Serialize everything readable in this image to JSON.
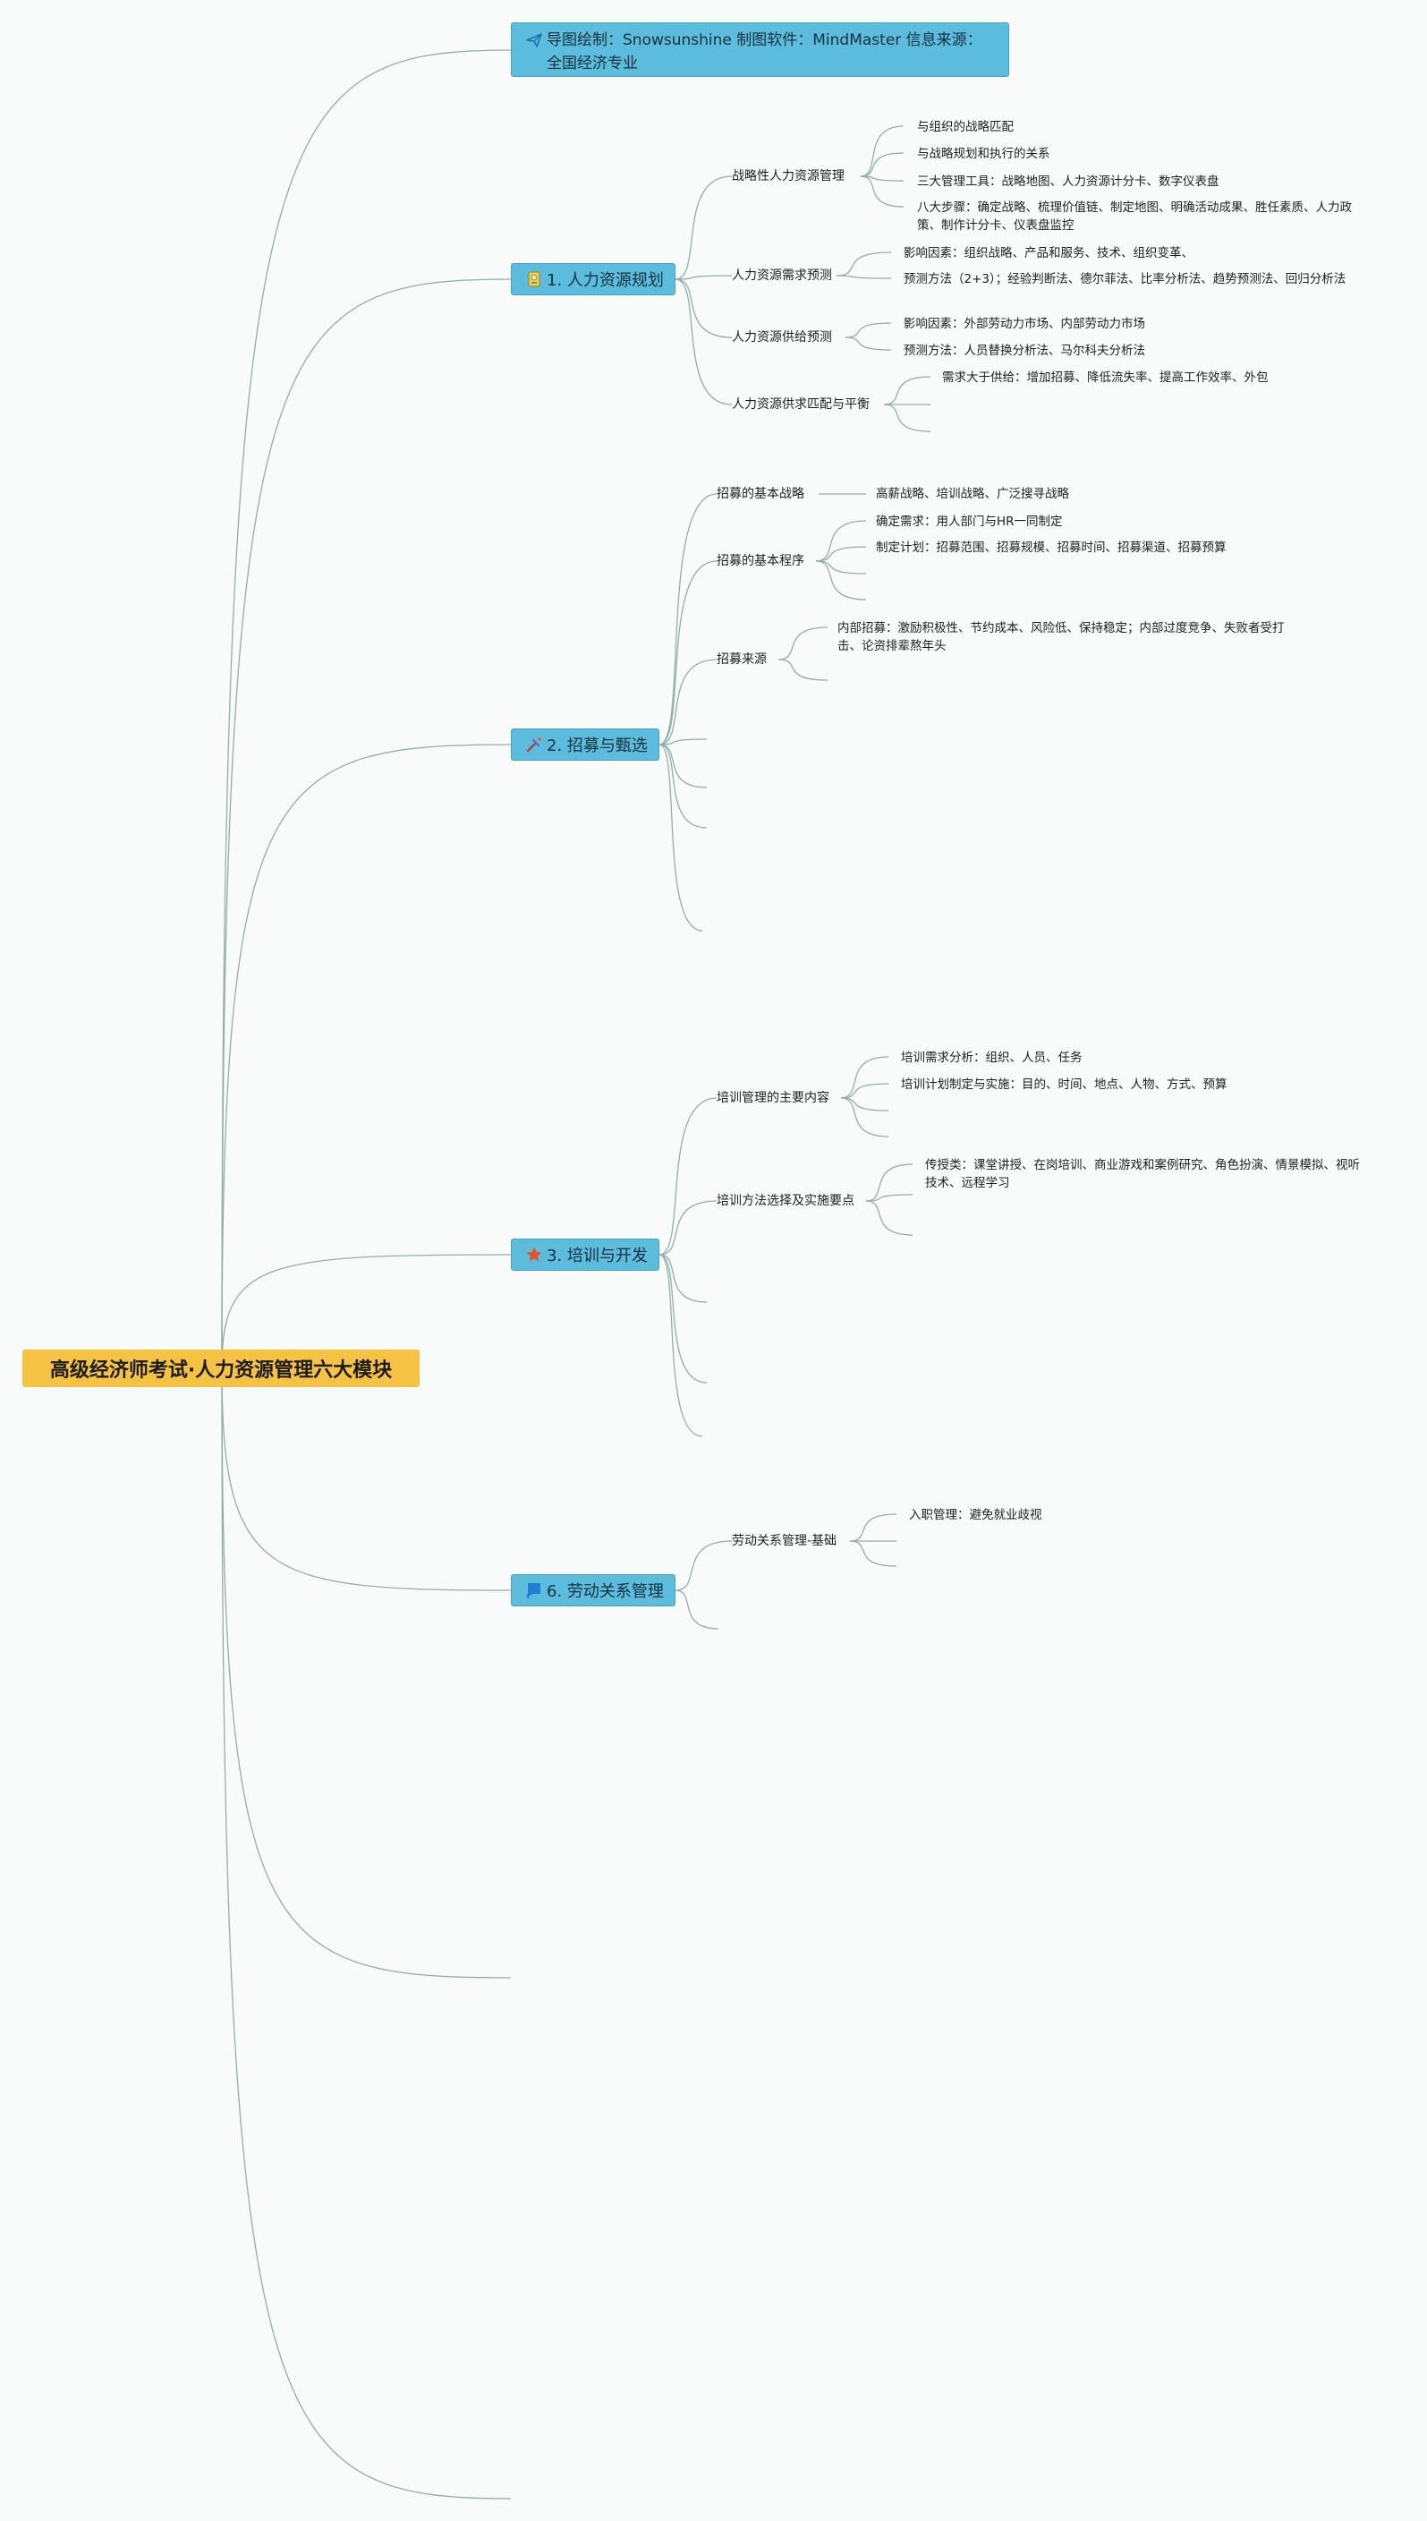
{
  "root": {
    "title": "高级经济师考试·人力资源管理六大模块"
  },
  "info": {
    "text": "导图绘制：Snowsunshine 制图软件：MindMaster 信息来源：全国经济专业"
  },
  "branches": {
    "planning": {
      "title": "1. 人力资源规划",
      "strategic": {
        "label": "战略性人力资源管理",
        "items": [
          "与组织的战略匹配",
          "与战略规划和执行的关系",
          "三大管理工具：战略地图、人力资源计分卡、数字仪表盘",
          "八大步骤：确定战略、梳理价值链、制定地图、明确活动成果、胜任素质、人力政策、制作计分卡、仪表盘监控"
        ]
      },
      "demand": {
        "label": "人力资源需求预测",
        "items": [
          "影响因素：组织战略、产品和服务、技术、组织变革、",
          "预测方法（2+3）；经验判断法、德尔菲法、比率分析法、趋势预测法、回归分析法"
        ]
      },
      "supply": {
        "label": "人力资源供给预测",
        "items": [
          "影响因素：外部劳动力市场、内部劳动力市场",
          "预测方法：人员替换分析法、马尔科夫分析法"
        ]
      },
      "balance": {
        "label": "人力资源供求匹配与平衡",
        "items": [
          "需求大于供给：增加招募、降低流失率、提高工作效率、外包"
        ]
      }
    },
    "recruit": {
      "title": "2. 招募与甄选",
      "strategy": {
        "label": "招募的基本战略",
        "items": [
          "高薪战略、培训战略、广泛搜寻战略"
        ]
      },
      "procedure": {
        "label": "招募的基本程序",
        "items": [
          "确定需求：用人部门与HR一同制定",
          "制定计划：招募范围、招募规模、招募时间、招募渠道、招募预算"
        ]
      },
      "source": {
        "label": "招募来源",
        "items": [
          "内部招募：激励积极性、节约成本、风险低、保持稳定；内部过度竞争、失败者受打击、论资排辈熬年头"
        ]
      }
    },
    "training": {
      "title": "3. 培训与开发",
      "content": {
        "label": "培训管理的主要内容",
        "items": [
          "培训需求分析：组织、人员、任务",
          "培训计划制定与实施：目的、时间、地点、人物、方式、预算"
        ]
      },
      "methods": {
        "label": "培训方法选择及实施要点",
        "items": [
          "传授类：课堂讲授、在岗培训、商业游戏和案例研究、角色扮演、情景模拟、视听技术、远程学习"
        ]
      }
    },
    "labor": {
      "title": "6. 劳动关系管理",
      "basic": {
        "label": "劳动关系管理-基础",
        "items": [
          "入职管理：避免就业歧视"
        ]
      }
    }
  },
  "colors": {
    "root_bg": "#f6c244",
    "topic_bg": "#5cbcde",
    "link": "#8fb0a6",
    "background": "#f9fafa"
  },
  "icons": {
    "info": "paper-plane-icon",
    "planning": "badge-icon",
    "recruit": "tools-icon",
    "training": "star-icon",
    "labor": "flag-icon"
  }
}
